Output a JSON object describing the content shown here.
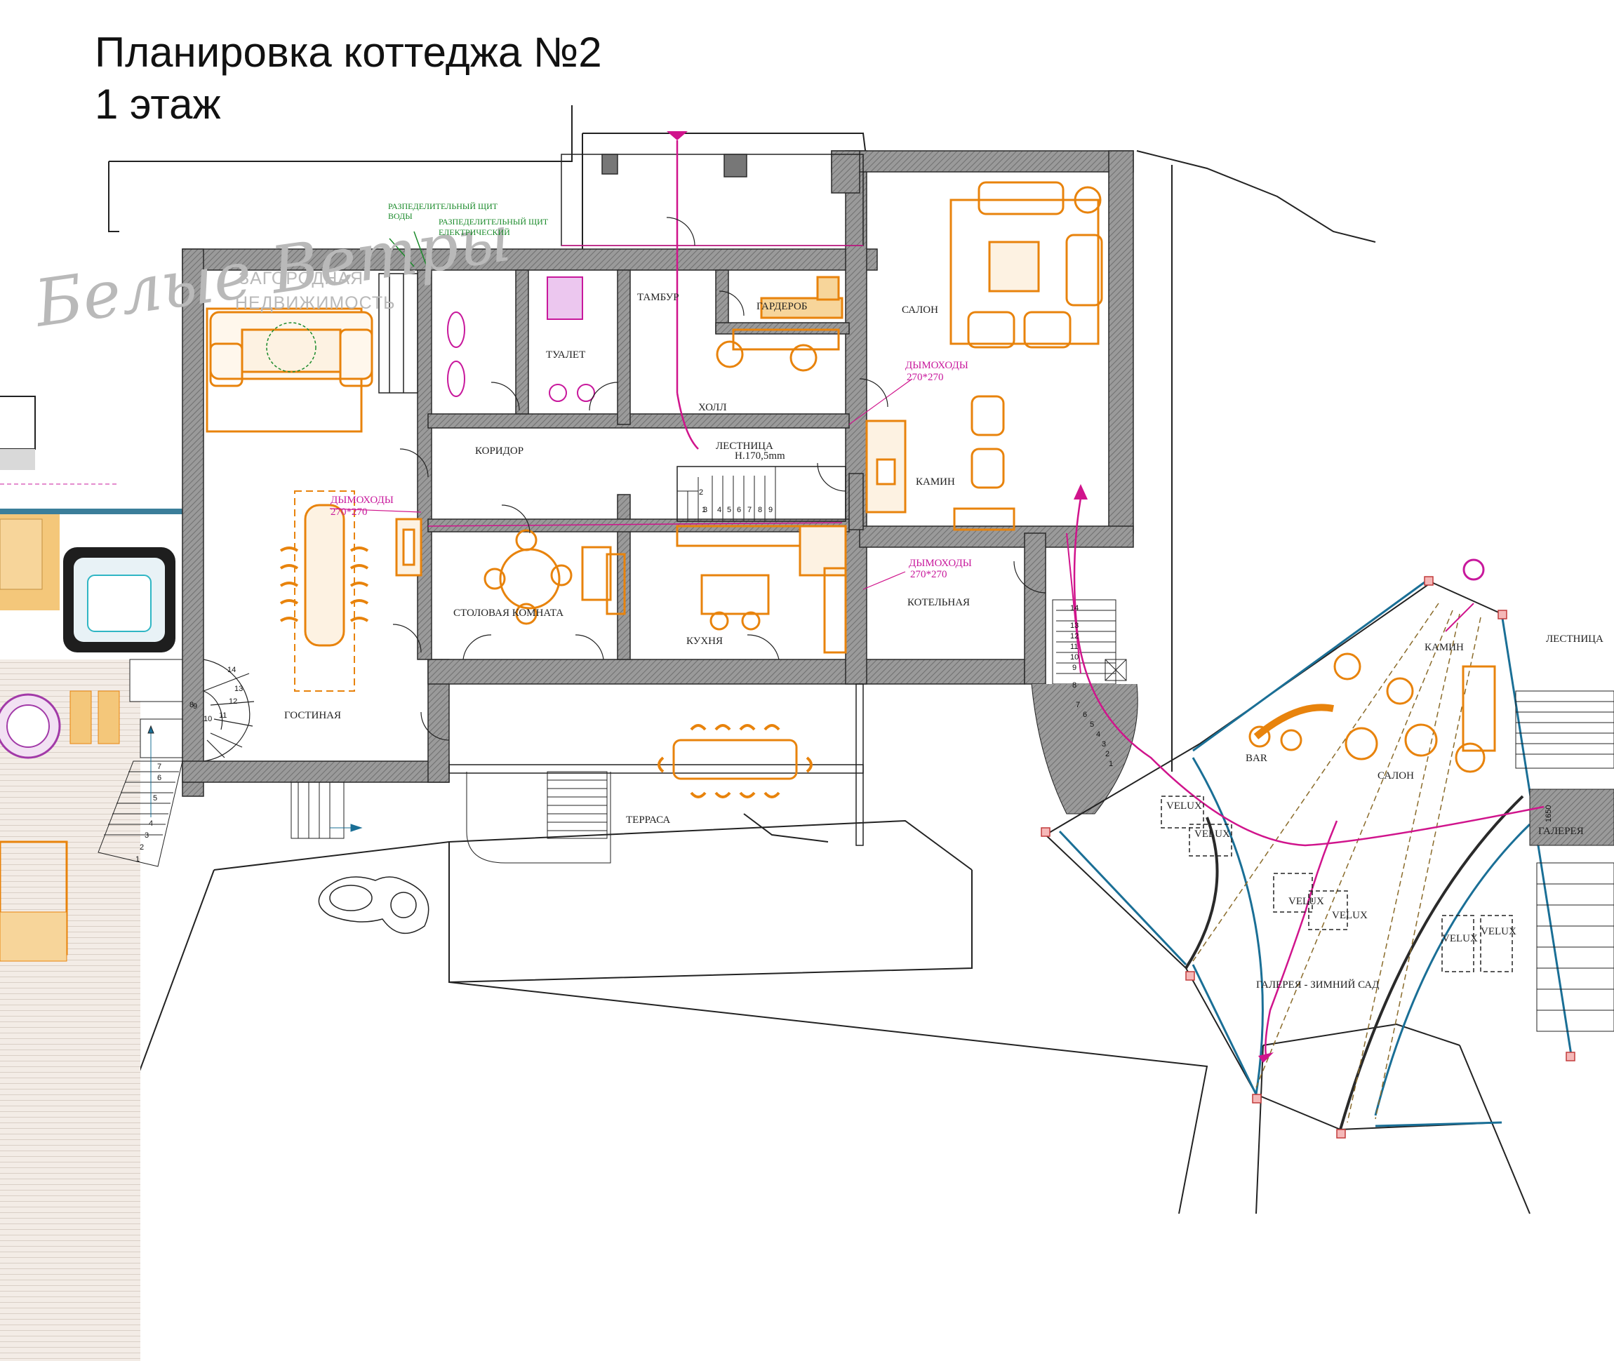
{
  "title": {
    "line1": "Планировка коттеджа №2",
    "line2": "1 этаж"
  },
  "logo": {
    "script": "Белые Ветры",
    "line1": "ЗАГОРОДНАЯ",
    "line2": "НЕДВИЖИМОСТЬ"
  },
  "rooms": {
    "salon_main": "САЛОН",
    "tambur": "ТАМБУР",
    "garderob": "ГАРДЕРОБ",
    "tualet": "ТУАЛЕТ",
    "holl": "ХОЛЛ",
    "koridor": "КОРИДОР",
    "lestnitsa": "ЛЕСТНИЦА",
    "lestnitsa_height": "Н.170,5mm",
    "kamin_main": "КАМИН",
    "stolovaya": "СТОЛОВАЯ КОМНАТА",
    "kuhnya": "КУХНЯ",
    "kotelnaya": "КОТЕЛЬНАЯ",
    "gostinaya": "ГОСТИНАЯ",
    "terrasa": "ТЕРРАСА",
    "bar": "BAR",
    "salon_wing": "САЛОН",
    "kamin_wing": "КАМИН",
    "lestnitsa_right": "ЛЕСТНИЦА",
    "galereya": "ГАЛЕРЕЯ",
    "galereya_sad": "ГАЛЕРЕЯ - ЗИМНИЙ САД",
    "galereya_dim": "1650"
  },
  "flues": [
    {
      "title": "ДЫМОХОДЫ",
      "size": "270*270"
    },
    {
      "title": "ДЫМОХОДЫ",
      "size": "270*270"
    },
    {
      "title": "ДЫМОХОДЫ",
      "size": "270*270"
    }
  ],
  "panels": {
    "water_line1": "РАЗПЕДЕЛИТЕЛЬНЫЙ ЩИТ",
    "water_line2": "ВОДЫ",
    "elec_line1": "РАЗПЕДЕЛИТЕЛЬНЫЙ ЩИТ",
    "elec_line2": "ЕЛЕКТРИЧЕСКИЙ"
  },
  "velux": [
    "VELUX",
    "VELUX",
    "VELUX",
    "VELUX",
    "VELUX",
    "VELUX"
  ],
  "stairs": {
    "hall": [
      "1",
      "2",
      "3",
      "4",
      "5",
      "6",
      "7",
      "8",
      "9"
    ],
    "spiral": [
      "8",
      "9",
      "10",
      "11",
      "12",
      "13",
      "14"
    ],
    "left": [
      "1",
      "2",
      "3",
      "4",
      "5",
      "6",
      "7"
    ],
    "right": [
      "1",
      "2",
      "3",
      "4",
      "5",
      "6",
      "7",
      "8",
      "9",
      "10",
      "11",
      "12",
      "13",
      "14"
    ]
  },
  "colors": {
    "wall": "#8a8a8a",
    "wall_edge": "#2a2a2a",
    "furniture": "#e8830c",
    "flue_route": "#d0148c",
    "panel_text": "#1a8a2a",
    "glazing": "#1a6f96",
    "logo": "#b9b9b9"
  }
}
